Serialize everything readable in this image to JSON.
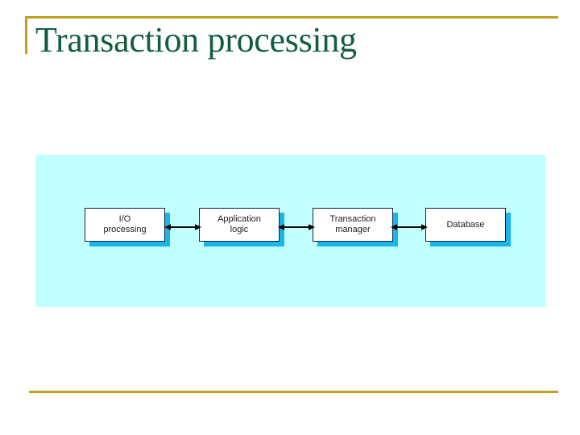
{
  "slide": {
    "title": "Transaction processing",
    "title_color": "#135e3f",
    "accent_color": "#bfa023",
    "background_color": "#ffffff"
  },
  "diagram": {
    "panel_color": "#c2ffff",
    "box_fill": "#ffffff",
    "box_border_color": "#10243c",
    "box_shadow_color": "#18b6ea",
    "arrow_color": "#000000",
    "arrow_style": "double-headed",
    "boxes": [
      {
        "label": "I/O\nprocessing",
        "name": "io-processing"
      },
      {
        "label": "Application\nlogic",
        "name": "application-logic"
      },
      {
        "label": "Transaction\nmanager",
        "name": "transaction-manager"
      },
      {
        "label": "Database",
        "name": "database"
      }
    ],
    "connections": [
      {
        "from": "I/O processing",
        "to": "Application logic"
      },
      {
        "from": "Application logic",
        "to": "Transaction manager"
      },
      {
        "from": "Transaction manager",
        "to": "Database"
      }
    ]
  }
}
